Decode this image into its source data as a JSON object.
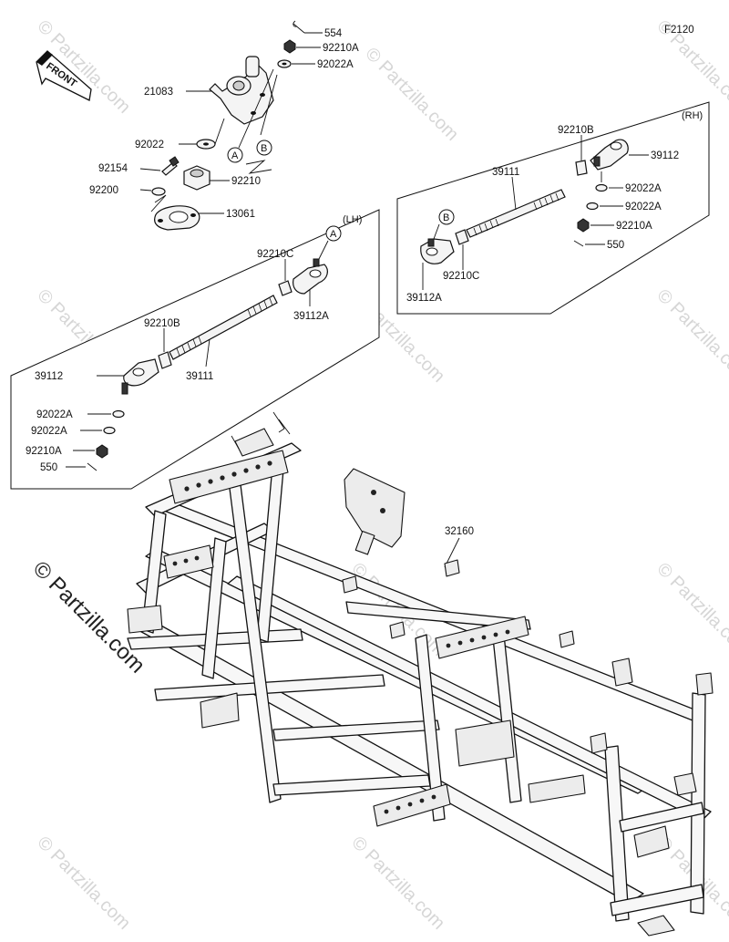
{
  "diagram_code": "F2120",
  "front_label": "FRONT",
  "watermark_text": "© Partzilla.com",
  "watermark_small": "© Partzilla.com",
  "groups": {
    "lh": "(LH)",
    "rh": "(RH)"
  },
  "callouts": {
    "a": "A",
    "b": "B"
  },
  "labels": {
    "p554": "554",
    "p92210A_top": "92210A",
    "p92022A_top": "92022A",
    "p21083": "21083",
    "p92022": "92022",
    "p92154": "92154",
    "p92210": "92210",
    "p92200": "92200",
    "p13061": "13061",
    "rh_92210B": "92210B",
    "rh_39112": "39112",
    "rh_39111": "39111",
    "rh_92022A": "92022A",
    "rh_92022A_2": "92022A",
    "rh_92210A": "92210A",
    "rh_550": "550",
    "rh_92210C": "92210C",
    "rh_39112A": "39112A",
    "lh_92210C": "92210C",
    "lh_39112A": "39112A",
    "lh_92210B": "92210B",
    "lh_39112": "39112",
    "lh_39111": "39111",
    "lh_92022A": "92022A",
    "lh_92022A_2": "92022A",
    "lh_92210A": "92210A",
    "lh_550": "550",
    "p32160": "32160"
  }
}
